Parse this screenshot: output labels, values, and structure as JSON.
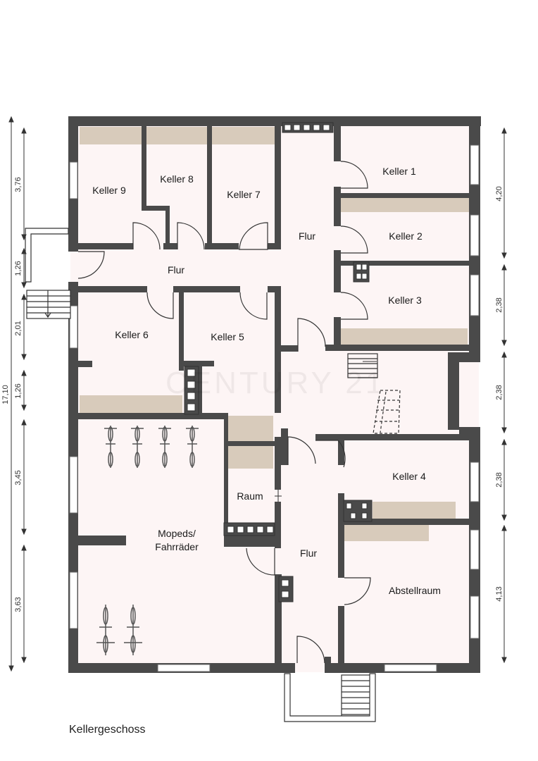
{
  "plan": {
    "caption": "Kellergeschoss",
    "watermark": "CENTURY 21",
    "rooms": {
      "keller1": "Keller 1",
      "keller2": "Keller 2",
      "keller3": "Keller 3",
      "keller4": "Keller 4",
      "keller5": "Keller 5",
      "keller6": "Keller 6",
      "keller7": "Keller 7",
      "keller8": "Keller 8",
      "keller9": "Keller 9",
      "flur_upper_left": "Flur",
      "flur_upper_right": "Flur",
      "flur_lower": "Flur",
      "raum": "Raum",
      "mopeds_line1": "Mopeds/",
      "mopeds_line2": "Fahrräder",
      "abstellraum": "Abstellraum"
    },
    "dimensions_left": [
      "3,76",
      "1,26",
      "2,01",
      "1,26",
      "3,45",
      "3,63"
    ],
    "dimension_total": "17,10",
    "dimensions_right": [
      "4,20",
      "2,38",
      "2,38",
      "2,38",
      "4,13"
    ]
  },
  "colors": {
    "wall": "#4a4a4a",
    "floor": "#fdf5f5",
    "storage": "#d8cbbb"
  }
}
